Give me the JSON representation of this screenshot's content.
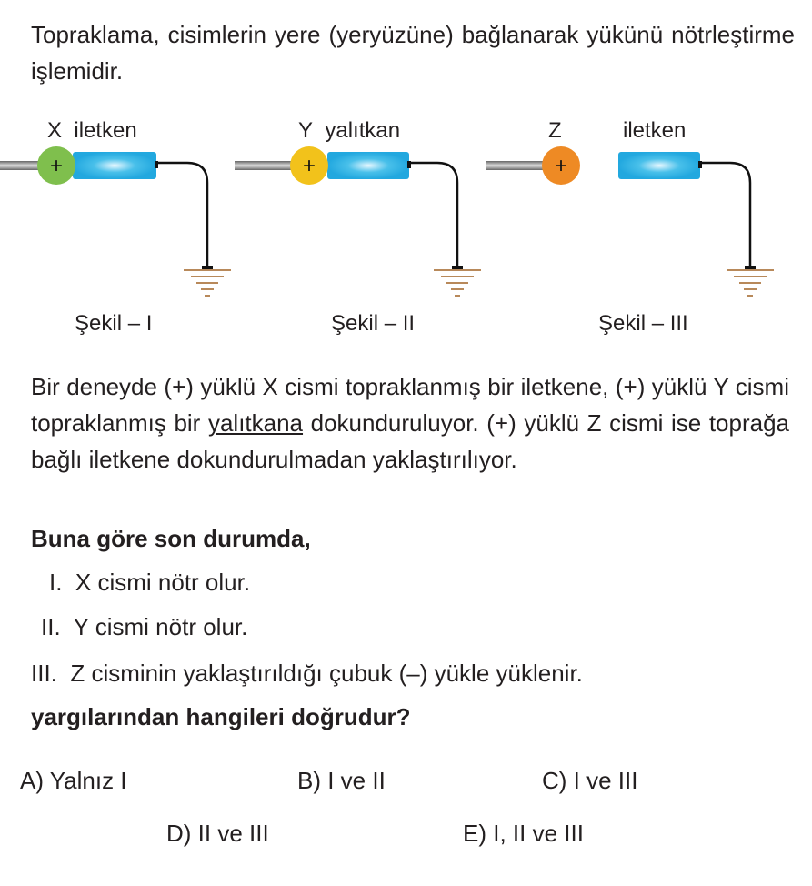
{
  "intro": "Topraklama, cisimlerin yere (yeryüzüne) bağlanarak yükünü nötrleştirme işlemidir.",
  "figures": [
    {
      "object": "X",
      "material": "iletken",
      "caption": "Şekil – I",
      "sphere_color": "#7fbf4d",
      "charge": "+"
    },
    {
      "object": "Y",
      "material": "yalıtkan",
      "caption": "Şekil – II",
      "sphere_color": "#f2c21b",
      "charge": "+"
    },
    {
      "object": "Z",
      "material": "iletken",
      "caption": "Şekil – III",
      "sphere_color": "#ee8a24",
      "charge": "+"
    }
  ],
  "paragraph": {
    "p1": "Bir deneyde (+) yüklü X cismi topraklanmış bir iletkene, (+) yüklü Y cismi topraklanmış bir ",
    "underlined": "yalıtkana",
    "p2": " dokunduruluyor. (+) yüklü Z cismi ise toprağa bağlı iletkene dokundurulmadan yaklaştırılıyor."
  },
  "question_lead": "Buna göre son durumda,",
  "statements": [
    {
      "num": "I.",
      "text": "X cismi nötr olur."
    },
    {
      "num": "II.",
      "text": "Y cismi nötr olur."
    },
    {
      "num": "III.",
      "text": "Z cisminin yaklaştırıldığı çubuk (–) yükle yüklenir."
    }
  ],
  "question": "yargılarından hangileri doğrudur?",
  "options": [
    "A) Yalnız I",
    "B) I ve II",
    "C) I ve III",
    "D) II ve III",
    "E) I, II ve III"
  ]
}
